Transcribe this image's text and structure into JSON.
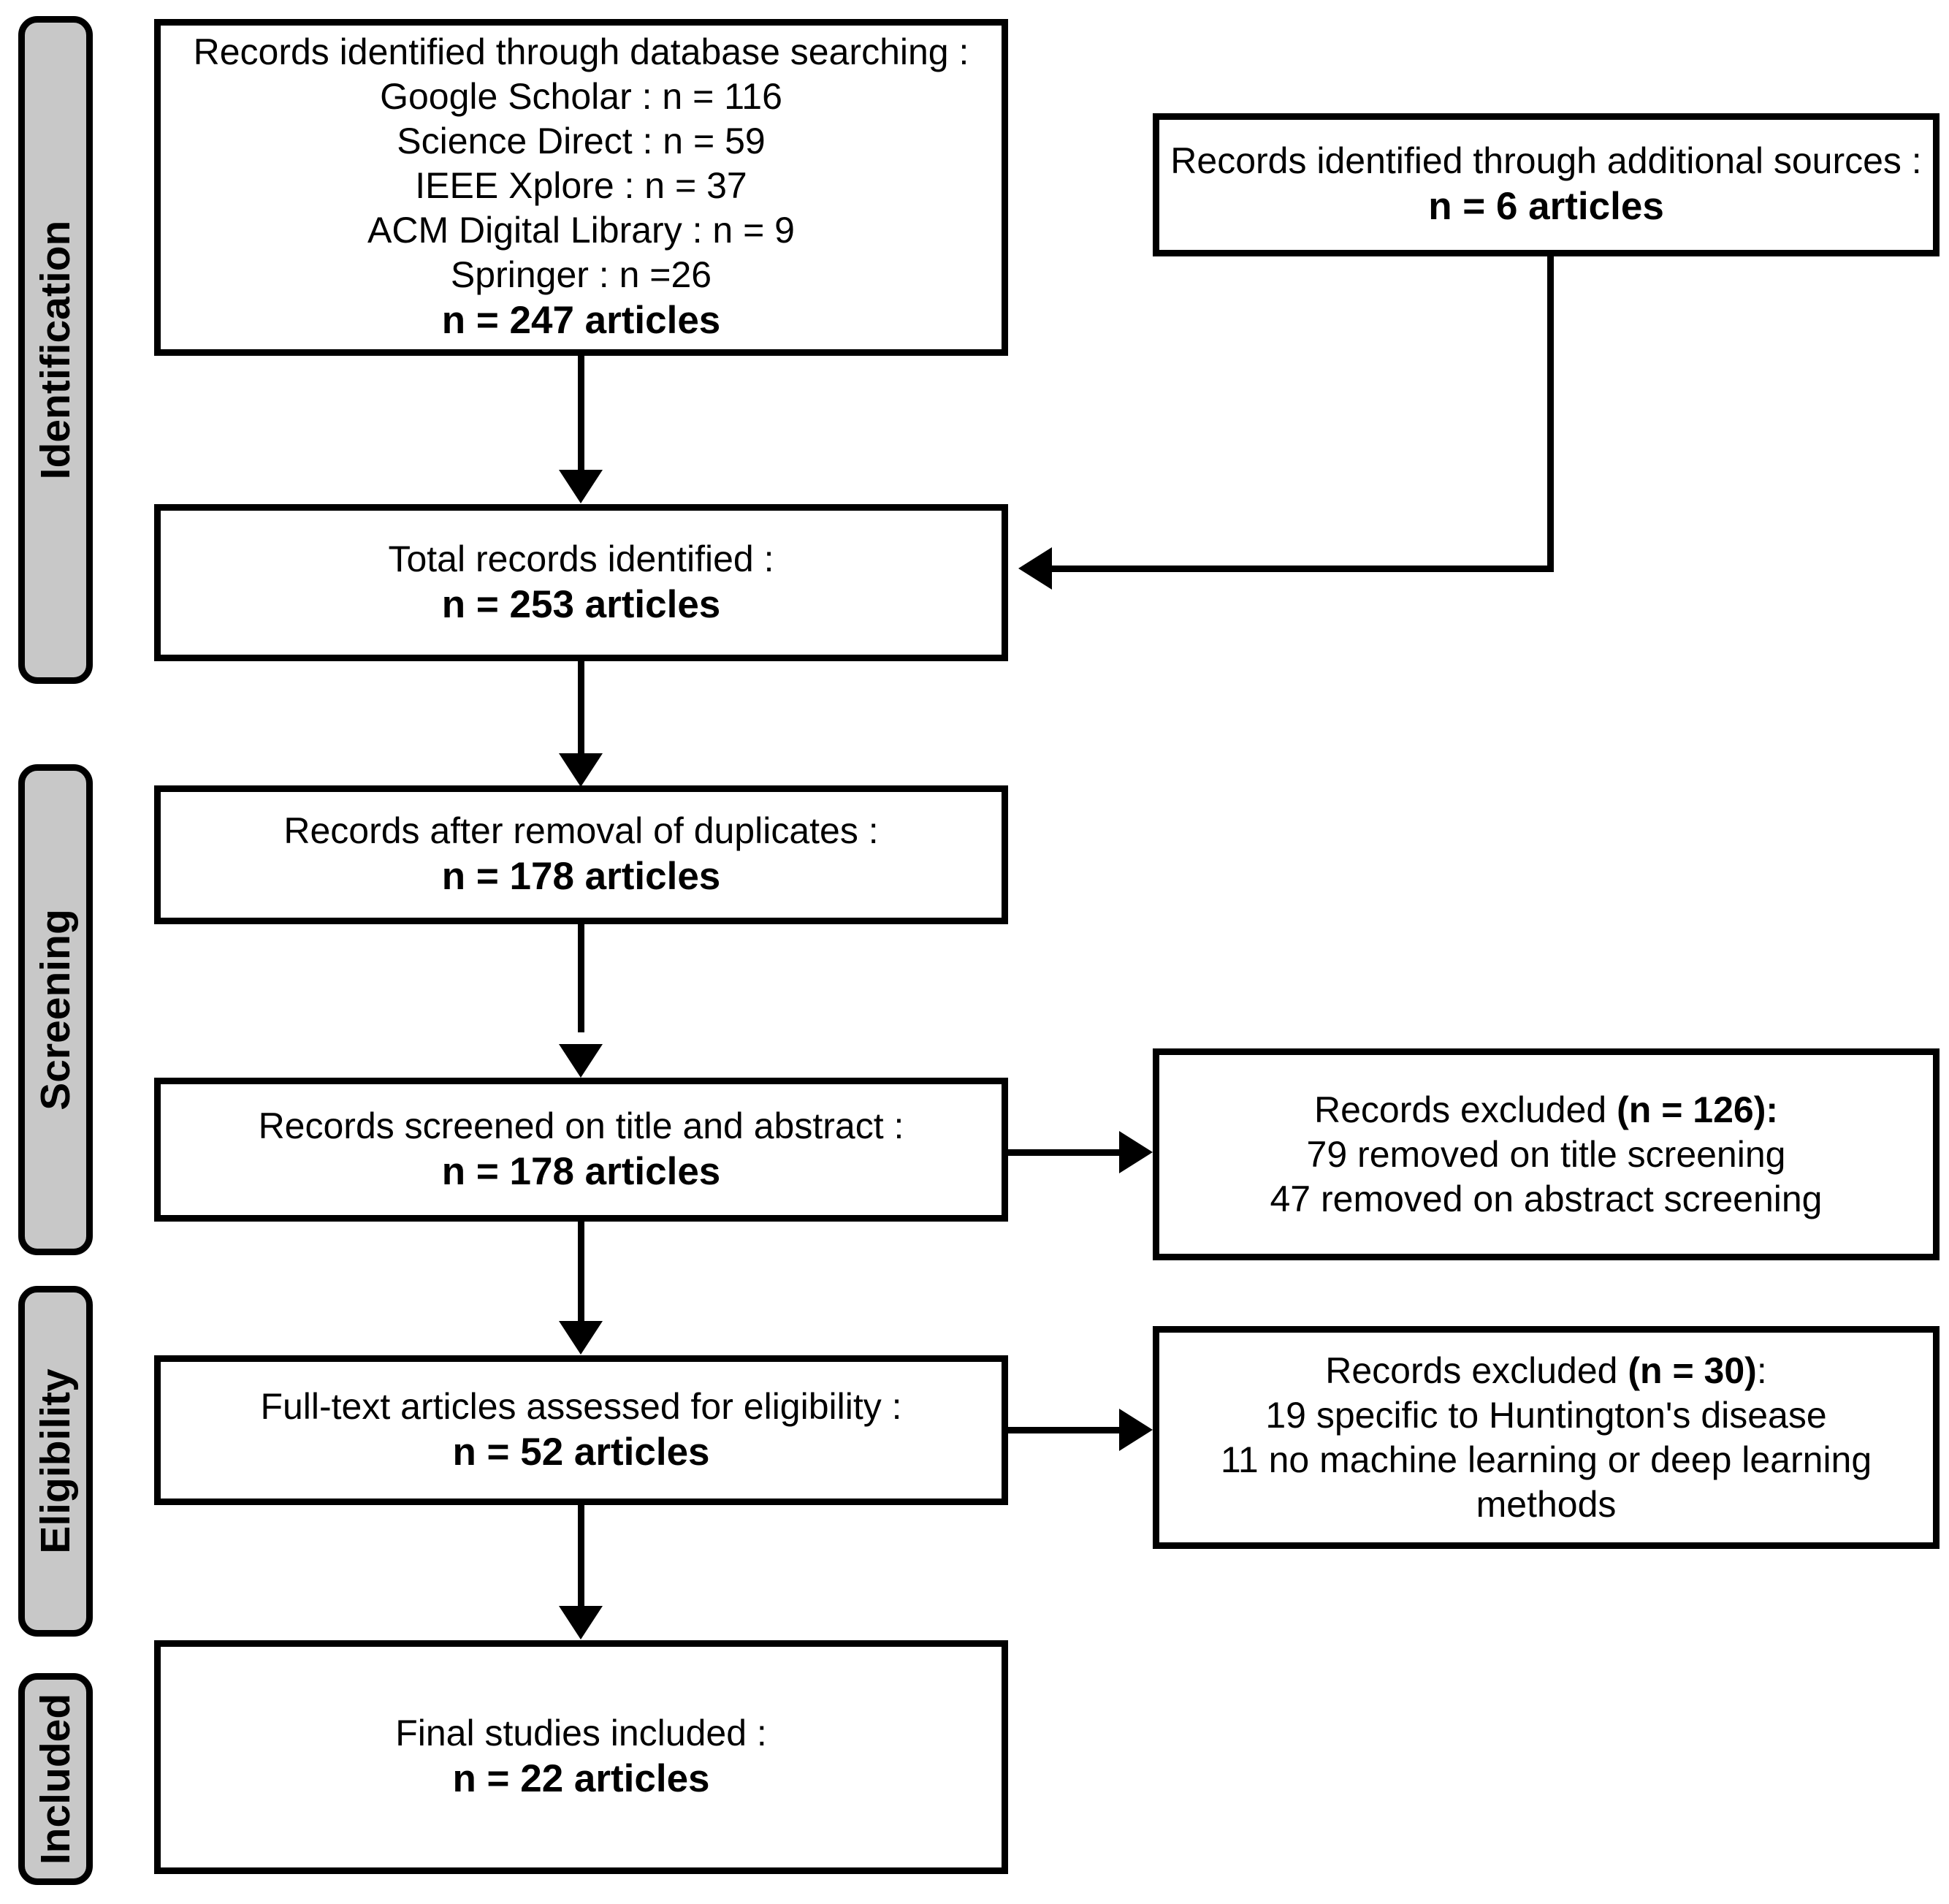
{
  "diagram": {
    "title": "PRISMA flow diagram of study selection",
    "accent_gray": "#c8c8c8",
    "line_color": "#000000"
  },
  "phases": [
    {
      "id": "identification",
      "label": "Identification"
    },
    {
      "id": "screening",
      "label": "Screening"
    },
    {
      "id": "eligibility",
      "label": "Eligibility"
    },
    {
      "id": "included",
      "label": "Included"
    }
  ],
  "boxes": {
    "database_search": {
      "heading": "Records identified through database searching :",
      "sources": [
        "Google Scholar : n = 116",
        "Science Direct : n = 59",
        "IEEE Xplore : n = 37",
        "ACM Digital Library : n = 9",
        "Springer : n =26"
      ],
      "total": "n = 247 articles"
    },
    "additional_sources": {
      "heading": "Records identified through additional sources :",
      "total": "n = 6 articles"
    },
    "total_identified": {
      "heading": "Total records identified :",
      "total": "n = 253 articles"
    },
    "after_duplicates": {
      "heading": "Records after removal of duplicates :",
      "total": "n = 178 articles"
    },
    "screened": {
      "heading": "Records screened on title and abstract :",
      "total": "n = 178 articles"
    },
    "excluded_screening": {
      "heading_plain": "Records excluded ",
      "heading_bold": "(n = 126):",
      "reasons": [
        "79 removed on title screening",
        "47 removed on abstract screening"
      ]
    },
    "full_text": {
      "heading": "Full-text articles assessed for eligibility :",
      "total": "n = 52 articles"
    },
    "excluded_eligibility": {
      "heading_plain": "Records excluded ",
      "heading_bold": "(n = 30)",
      "heading_tail": ":",
      "reasons": [
        "19 specific to Huntington's disease",
        "11 no machine learning or deep learning methods"
      ]
    },
    "final_included": {
      "heading": "Final studies included :",
      "total": "n = 22 articles"
    }
  },
  "chart_data": {
    "type": "diagram",
    "title": "PRISMA study selection flow",
    "stages": [
      {
        "phase": "Identification",
        "label": "Records identified through database searching",
        "n": 247,
        "breakdown": [
          {
            "source": "Google Scholar",
            "n": 116
          },
          {
            "source": "Science Direct",
            "n": 59
          },
          {
            "source": "IEEE Xplore",
            "n": 37
          },
          {
            "source": "ACM Digital Library",
            "n": 9
          },
          {
            "source": "Springer",
            "n": 26
          }
        ]
      },
      {
        "phase": "Identification",
        "label": "Records identified through additional sources",
        "n": 6
      },
      {
        "phase": "Identification",
        "label": "Total records identified",
        "n": 253
      },
      {
        "phase": "Screening",
        "label": "Records after removal of duplicates",
        "n": 178
      },
      {
        "phase": "Screening",
        "label": "Records screened on title and abstract",
        "n": 178
      },
      {
        "phase": "Screening",
        "label": "Records excluded",
        "n": 126,
        "breakdown": [
          {
            "reason": "removed on title screening",
            "n": 79
          },
          {
            "reason": "removed on abstract screening",
            "n": 47
          }
        ]
      },
      {
        "phase": "Eligibility",
        "label": "Full-text articles assessed for eligibility",
        "n": 52
      },
      {
        "phase": "Eligibility",
        "label": "Records excluded",
        "n": 30,
        "breakdown": [
          {
            "reason": "specific to Huntington's disease",
            "n": 19
          },
          {
            "reason": "no machine learning or deep learning methods",
            "n": 11
          }
        ]
      },
      {
        "phase": "Included",
        "label": "Final studies included",
        "n": 22
      }
    ]
  }
}
